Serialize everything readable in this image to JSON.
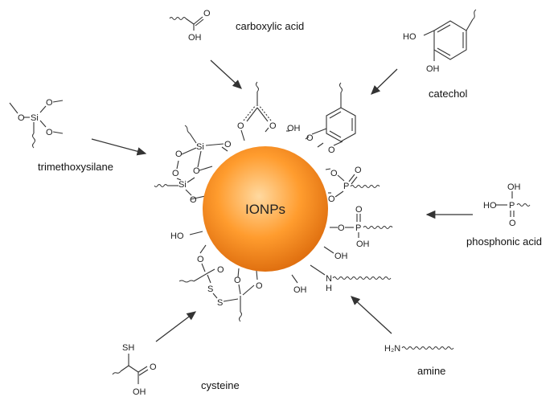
{
  "core": {
    "label": "IONPs",
    "color_center": "#ffd9a0",
    "color_mid": "#ff9c2e",
    "color_edge": "#e07010"
  },
  "ligands": {
    "carboxylic_acid": "carboxylic acid",
    "catechol": "catechol",
    "trimethoxysilane": "trimethoxysilane",
    "phosphonic_acid": "phosphonic acid",
    "amine": "amine",
    "cysteine": "cysteine"
  },
  "atoms": {
    "O": "O",
    "OH": "OH",
    "HO": "HO",
    "Si": "Si",
    "P": "P",
    "S": "S",
    "SH": "SH",
    "N": "N",
    "H": "H",
    "H2N": "H₂N"
  }
}
